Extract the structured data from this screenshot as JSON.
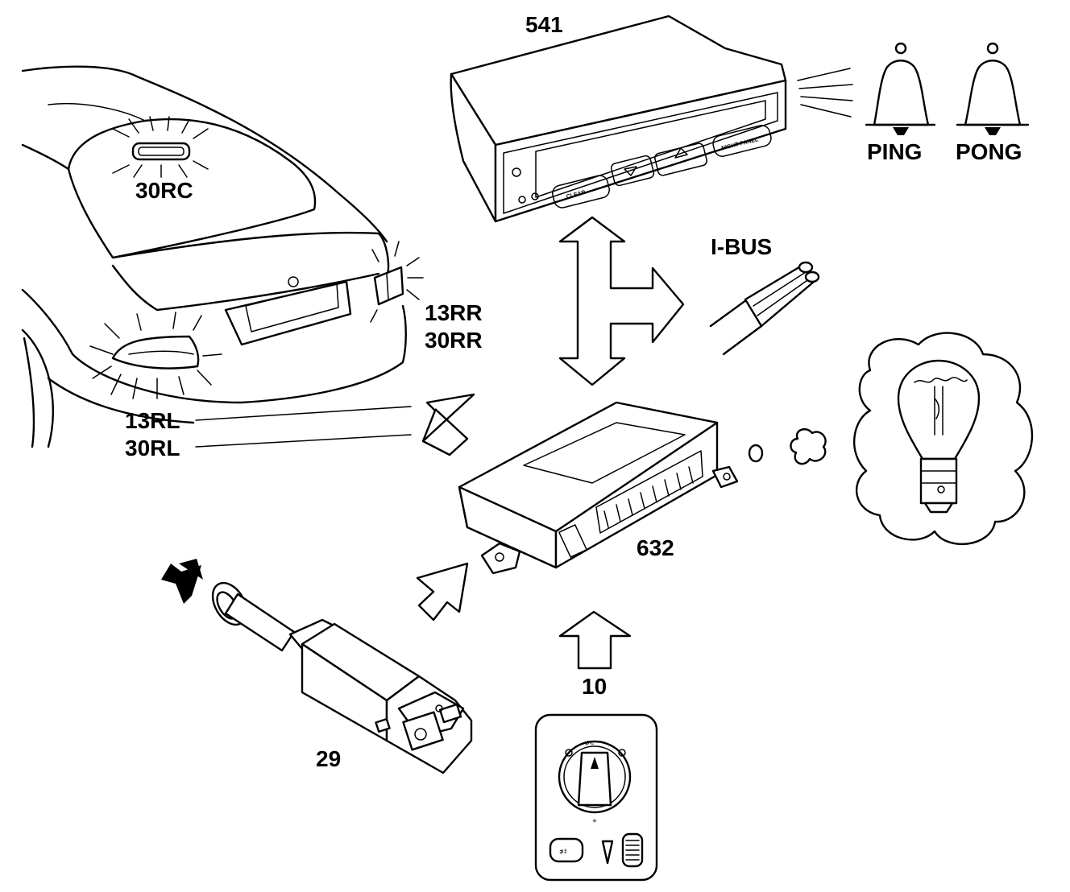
{
  "labels": {
    "display_unit": "541",
    "chime_left": "PING",
    "chime_right": "PONG",
    "bus": "I-BUS",
    "center_light": "30RC",
    "right_lights_1": "13RR",
    "right_lights_2": "30RR",
    "left_lights_1": "13RL",
    "left_lights_2": "30RL",
    "control_module": "632",
    "light_switch": "10",
    "brake_switch": "29"
  },
  "display_buttons": {
    "clear": "CLEAR",
    "night_panel": "NIGHT PANEL"
  },
  "icons": [
    "bell-icon",
    "bell-icon",
    "bulb-icon",
    "double-arrow-icon",
    "arrow-icon",
    "thought-cloud-icon",
    "wire-bundle-icon"
  ],
  "colors": {
    "ink": "#000000",
    "paper": "#ffffff"
  }
}
